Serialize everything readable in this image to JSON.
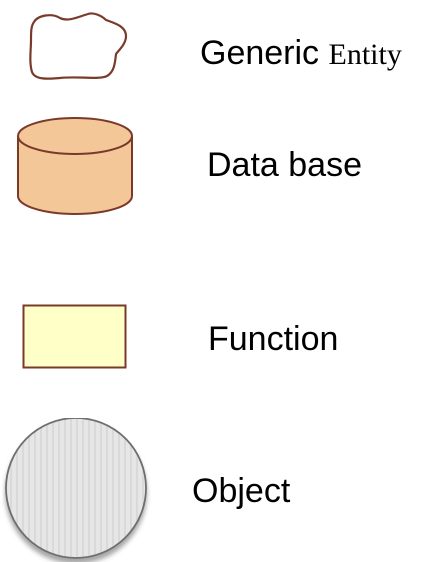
{
  "legend": {
    "generic_entity": {
      "label_main": "Generic",
      "label_serif": "Entity"
    },
    "database": {
      "label": "Data base"
    },
    "function": {
      "label": "Function"
    },
    "object": {
      "label": "Object"
    }
  },
  "colors": {
    "outline": "#7a3a2a",
    "database_fill": "#f3c797",
    "function_fill": "#ffffc8",
    "object_fill": "#e6e6e6",
    "object_stroke": "#6e6e6e"
  }
}
